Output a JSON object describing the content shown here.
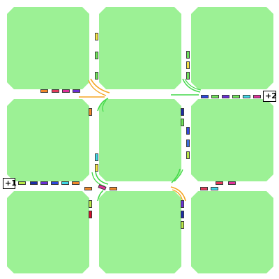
{
  "scores": {
    "left": "+1",
    "right": "+2"
  },
  "colors": {
    "block": "#9cf195",
    "road": "#ffffff",
    "green_route": "#44d94a",
    "orange_route": "#f5a623",
    "car_palette": [
      "#f4e242",
      "#6ee35a",
      "#2f47e0",
      "#6a2ed6",
      "#e0309a",
      "#e33a5a",
      "#f0882a",
      "#3fd6e8",
      "#b8e845",
      "#d40d2a",
      "#1d2ba8"
    ]
  },
  "cars": [
    {
      "id": "car-vt-1",
      "color": "#f4e242",
      "orientation": "vertical"
    },
    {
      "id": "car-vt-2",
      "color": "#6ee35a",
      "orientation": "vertical"
    },
    {
      "id": "car-vt-3",
      "color": "#6ee35a",
      "orientation": "vertical"
    },
    {
      "id": "car-h1-1",
      "color": "#f0882a",
      "orientation": "horizontal"
    },
    {
      "id": "car-h1-2",
      "color": "#e33a5a",
      "orientation": "horizontal"
    },
    {
      "id": "car-h1-3",
      "color": "#e0309a",
      "orientation": "horizontal"
    },
    {
      "id": "car-h1-4",
      "color": "#6a2ed6",
      "orientation": "horizontal"
    },
    {
      "id": "car-vm-1",
      "color": "#f0882a",
      "orientation": "vertical"
    },
    {
      "id": "car-vr-1",
      "color": "#6ee35a",
      "orientation": "vertical"
    },
    {
      "id": "car-vr-2",
      "color": "#f4e242",
      "orientation": "vertical"
    },
    {
      "id": "car-vr-3",
      "color": "#6ee35a",
      "orientation": "vertical"
    },
    {
      "id": "car-h2-1",
      "color": "#2f47e0",
      "orientation": "horizontal"
    },
    {
      "id": "car-h2-2",
      "color": "#6ee35a",
      "orientation": "horizontal"
    },
    {
      "id": "car-h2-3",
      "color": "#6a2ed6",
      "orientation": "horizontal"
    },
    {
      "id": "car-h2-4",
      "color": "#6ee35a",
      "orientation": "horizontal"
    },
    {
      "id": "car-h2-5",
      "color": "#3fd6e8",
      "orientation": "horizontal"
    },
    {
      "id": "car-h2-6",
      "color": "#e0309a",
      "orientation": "horizontal"
    },
    {
      "id": "car-vc-1",
      "color": "#1d2ba8",
      "orientation": "vertical"
    },
    {
      "id": "car-vc-2",
      "color": "#6ee35a",
      "orientation": "vertical"
    },
    {
      "id": "car-vc-3",
      "color": "#2f47e0",
      "orientation": "vertical"
    },
    {
      "id": "car-vc-4",
      "color": "#3a6fe0",
      "orientation": "vertical"
    },
    {
      "id": "car-vc-5",
      "color": "#b8e845",
      "orientation": "vertical"
    },
    {
      "id": "car-vl-1",
      "color": "#3fd6e8",
      "orientation": "vertical"
    },
    {
      "id": "car-vl-2",
      "color": "#f4e242",
      "orientation": "vertical"
    },
    {
      "id": "car-h3-1",
      "color": "#b8e845",
      "orientation": "horizontal"
    },
    {
      "id": "car-h3-2",
      "color": "#1d2ba8",
      "orientation": "horizontal"
    },
    {
      "id": "car-h3-3",
      "color": "#6a2ed6",
      "orientation": "horizontal"
    },
    {
      "id": "car-h3-4",
      "color": "#2f47e0",
      "orientation": "horizontal"
    },
    {
      "id": "car-h3-5",
      "color": "#3fd6e8",
      "orientation": "horizontal"
    },
    {
      "id": "car-h3-6",
      "color": "#f0882a",
      "orientation": "horizontal"
    },
    {
      "id": "car-h4-1",
      "color": "#f0882a",
      "orientation": "horizontal"
    },
    {
      "id": "car-h4-2",
      "color": "#e0309a",
      "orientation": "horizontal"
    },
    {
      "id": "car-h4-3",
      "color": "#f0882a",
      "orientation": "horizontal"
    },
    {
      "id": "car-h5-1",
      "color": "#e33a5a",
      "orientation": "horizontal"
    },
    {
      "id": "car-h5-2",
      "color": "#e0309a",
      "orientation": "horizontal"
    },
    {
      "id": "car-h5-3",
      "color": "#e33a5a",
      "orientation": "horizontal"
    },
    {
      "id": "car-h5-4",
      "color": "#3fd6e8",
      "orientation": "horizontal"
    },
    {
      "id": "car-vb-1",
      "color": "#b8e845",
      "orientation": "vertical"
    },
    {
      "id": "car-vb-2",
      "color": "#d40d2a",
      "orientation": "vertical"
    },
    {
      "id": "car-vbc-1",
      "color": "#6a2ed6",
      "orientation": "vertical"
    },
    {
      "id": "car-vbc-2",
      "color": "#1d2ba8",
      "orientation": "vertical"
    },
    {
      "id": "car-vbc-3",
      "color": "#b8e845",
      "orientation": "vertical"
    }
  ]
}
